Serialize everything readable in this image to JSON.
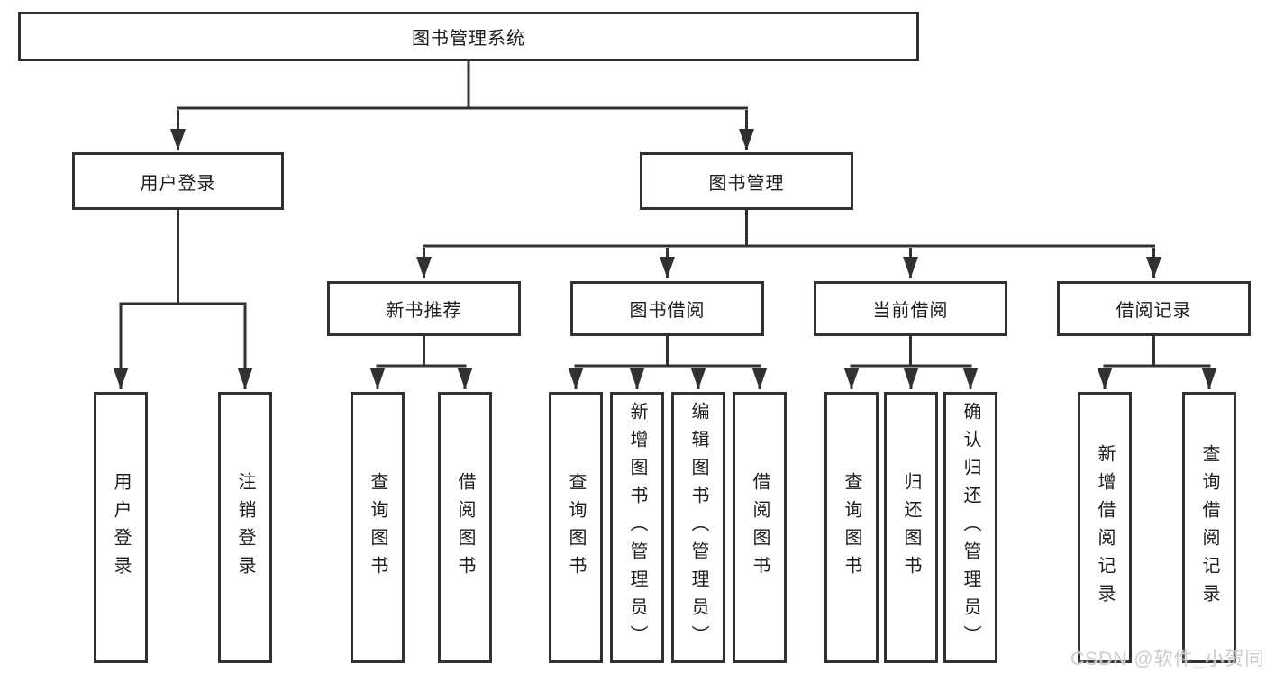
{
  "tree": {
    "root": "图书管理系统",
    "level2": {
      "user_login": "用户登录",
      "book_mgmt": "图书管理"
    },
    "level3": {
      "new_book": "新书推荐",
      "borrow": "图书借阅",
      "current": "当前借阅",
      "records": "借阅记录"
    },
    "leaves": {
      "user_login": [
        "用户登录",
        "注销登录"
      ],
      "new_book": [
        "查询图书",
        "借阅图书"
      ],
      "borrow": [
        "查询图书",
        "新增图书（管理员）",
        "编辑图书（管理员）",
        "借阅图书"
      ],
      "current": [
        "查询图书",
        "归还图书",
        "确认归还（管理员）"
      ],
      "records": [
        "新增借阅记录",
        "查询借阅记录"
      ]
    }
  },
  "watermark": "CSDN @软件_小贺同学",
  "colors": {
    "line": "#313134",
    "text": "#1d1d1f",
    "box_fill": "#ffffff",
    "watermark": "#cbcbd3"
  }
}
